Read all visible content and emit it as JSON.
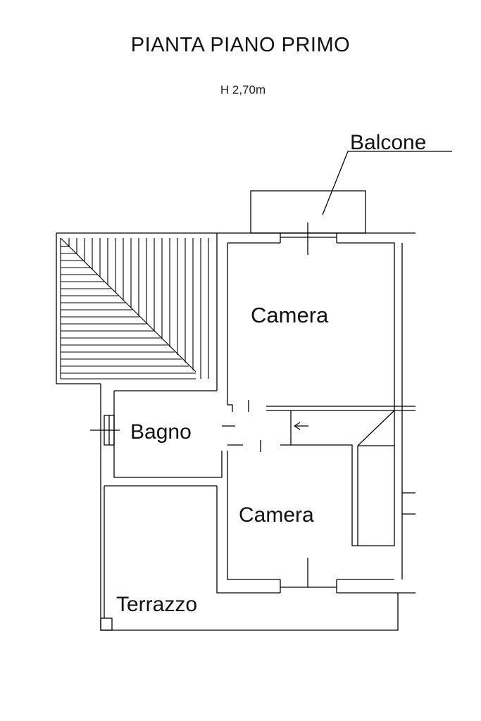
{
  "plan": {
    "title": "PIANTA PIANO PRIMO",
    "height_note": "H 2,70m"
  },
  "rooms": {
    "balcone": "Balcone",
    "camera_top": "Camera",
    "bagno": "Bagno",
    "camera_bottom": "Camera",
    "terrazzo": "Terrazzo"
  }
}
